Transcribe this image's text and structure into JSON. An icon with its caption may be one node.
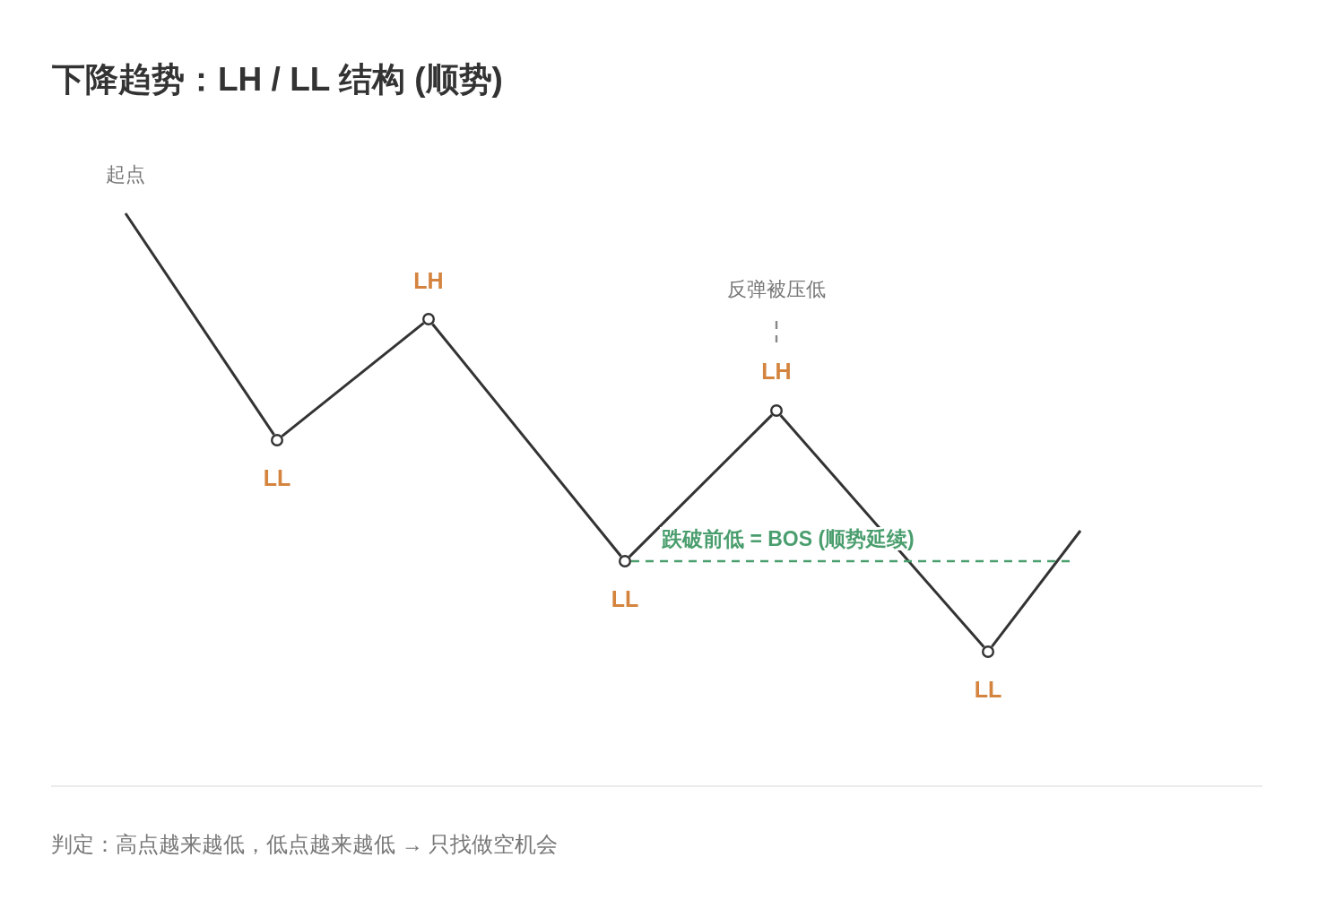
{
  "diagram": {
    "title": "下降趋势：LH / LL 结构 (顺势)",
    "nodes": [
      {
        "text": [
          "起点"
        ]
      },
      {
        "text": [],
        "shape": "circle",
        "beside": [
          "LL"
        ]
      },
      {
        "text": [],
        "shape": "circle",
        "beside": [
          "LH"
        ]
      },
      {
        "text": [],
        "shape": "circle",
        "beside": [
          "LL"
        ]
      },
      {
        "text": [
          "反弹被压低"
        ]
      },
      {
        "text": [],
        "shape": "circle",
        "beside": [
          "LH"
        ]
      },
      {
        "text": [],
        "shape": "circle",
        "beside": [
          "LL"
        ]
      }
    ],
    "edges": [
      {
        "from": 0,
        "to": 1,
        "arrow": "none"
      },
      {
        "from": 1,
        "to": 2,
        "arrow": "none"
      },
      {
        "from": 2,
        "to": 3,
        "arrow": "none"
      },
      {
        "from": 3,
        "to": 5,
        "arrow": "none"
      },
      {
        "from": 5,
        "to": 6,
        "arrow": "none"
      },
      {
        "from": 6,
        "to": null,
        "arrow": "none"
      },
      {
        "from": 4,
        "to": 5,
        "arrow": "none",
        "style": "dashed",
        "color": "#888888"
      },
      {
        "from": 3,
        "to": null,
        "arrow": "none",
        "style": "dashed",
        "color": "#4a9e6e",
        "label": "跌破前低 = BOS (顺势延续)"
      }
    ],
    "labels": [
      "判定：高点越来越低，低点越来越低 → 只找做空机会"
    ]
  }
}
